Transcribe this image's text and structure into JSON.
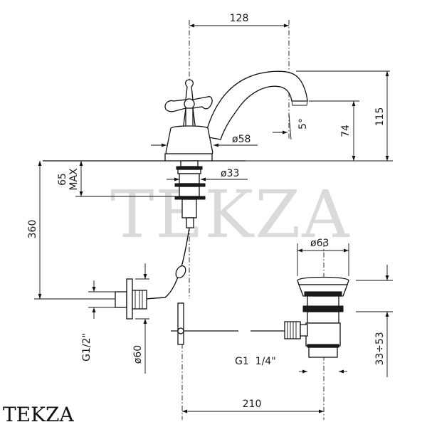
{
  "watermark": "TEKZA",
  "logo": "TEKZA",
  "dimensions": {
    "spout_reach": "128",
    "total_height": "115",
    "outlet_height": "74",
    "spout_angle": "5°",
    "base_diameter": "ø58",
    "thread_length": "65",
    "thread_max": "MAX",
    "shank_diameter": "ø33",
    "hose_length": "360",
    "inlet_thread": "G1/2\"",
    "flange_diameter": "ø60",
    "waste_diameter": "ø63",
    "waste_thread": "G1  1/4\"",
    "waste_height": "33÷53",
    "rod_length": "210"
  }
}
